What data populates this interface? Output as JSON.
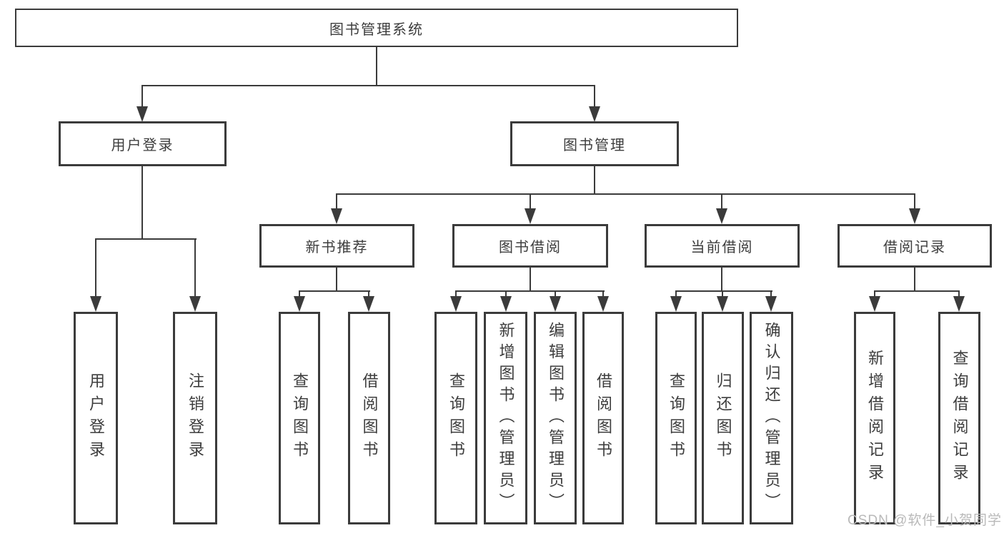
{
  "root_label": "图书管理系统",
  "level2": {
    "user_login": "用户登录",
    "book_management": "图书管理"
  },
  "level3": {
    "new_book_recommend": "新书推荐",
    "book_borrowing": "图书借阅",
    "current_borrowing": "当前借阅",
    "borrowing_records": "借阅记录"
  },
  "leaves": {
    "user_login": [
      "用户登录",
      "注销登录"
    ],
    "new_book_recommend": [
      "查询图书",
      "借阅图书"
    ],
    "book_borrowing": [
      "查询图书",
      "新增图书（管理员）",
      "编辑图书（管理员）",
      "借阅图书"
    ],
    "current_borrowing": [
      "查询图书",
      "归还图书",
      "确认归还（管理员）"
    ],
    "borrowing_records": [
      "新增借阅记录",
      "查询借阅记录"
    ]
  },
  "watermark": "CSDN @软件_小贺同学",
  "colors": {
    "line": "#3b3b3b",
    "text": "#3d3d3d",
    "background": "#ffffff",
    "watermark": "#b9b9b9"
  }
}
